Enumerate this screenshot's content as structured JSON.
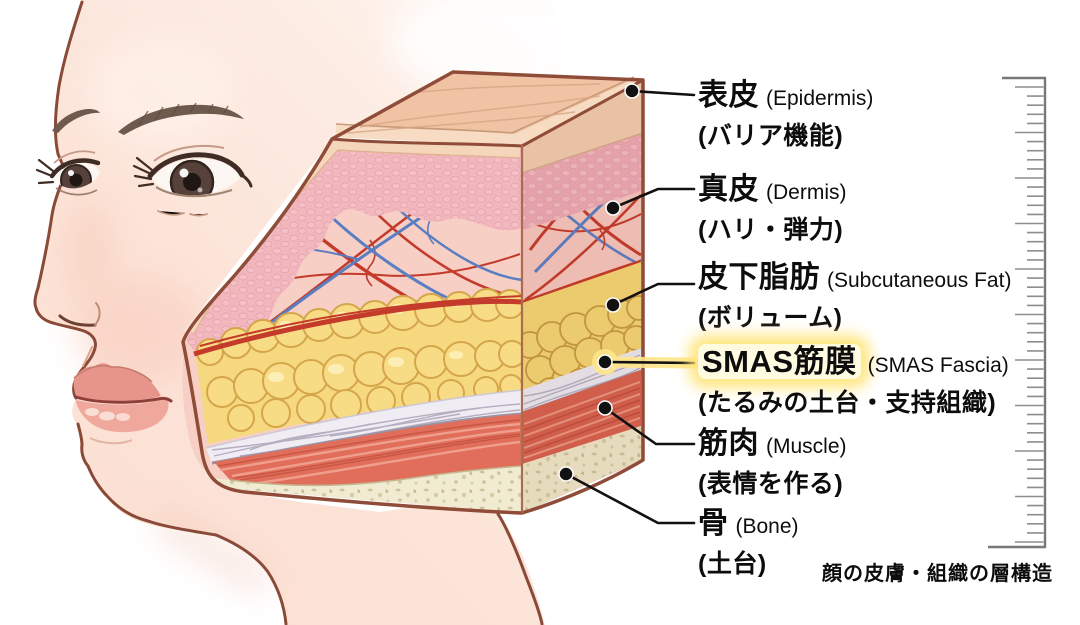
{
  "figure": {
    "caption": "顔の皮膚・組織の層構造",
    "labels": [
      {
        "jp": "表皮",
        "en": "(Epidermis)",
        "sub": "(バリア機能)",
        "highlight": false
      },
      {
        "jp": "真皮",
        "en": "(Dermis)",
        "sub": "(ハリ・弾力)",
        "highlight": false
      },
      {
        "jp": "皮下脂肪",
        "en": "(Subcutaneous Fat)",
        "sub": "(ボリューム)",
        "highlight": false
      },
      {
        "jp": "SMAS筋膜",
        "en": "(SMAS Fascia)",
        "sub": "(たるみの土台・支持組織)",
        "highlight": true
      },
      {
        "jp": "筋肉",
        "en": "(Muscle)",
        "sub": "(表情を作る)",
        "highlight": false
      },
      {
        "jp": "骨",
        "en": "(Bone)",
        "sub": "(土台)",
        "highlight": false
      }
    ],
    "layer_colors": {
      "skin": "#fbe0d3",
      "epidermis": "#f5d6ba",
      "papillary_dermis": "#f2b6bd",
      "dermis": "#f7cfc5",
      "artery": "#c43a2b",
      "vein": "#5b7ec2",
      "fat": "#f8dc82",
      "smas_fascia": "#efecf3",
      "muscle": "#e06e5a",
      "bone": "#f1ebd1",
      "outline": "#8f4c38",
      "highlight_glow": "#ffe58a"
    }
  }
}
